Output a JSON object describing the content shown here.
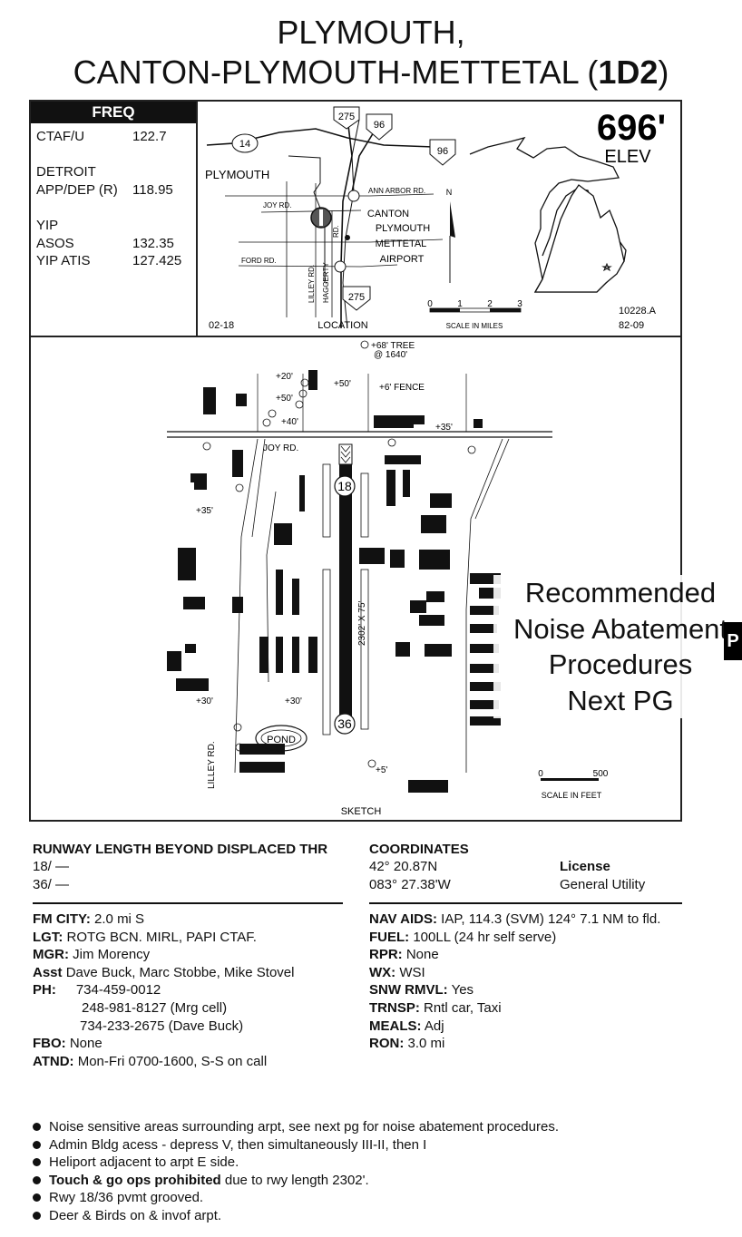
{
  "header": {
    "city": "PLYMOUTH,",
    "airport_prefix": "CANTON-PLYMOUTH-METTETAL (",
    "airport_id": "1D2",
    "airport_suffix": ")"
  },
  "freq": {
    "title": "FREQ",
    "ctaf_label": "CTAF/U",
    "ctaf_value": "122.7",
    "detroit_label": "DETROIT",
    "appdep_label": "APP/DEP (R)",
    "appdep_value": "118.95",
    "yip_label": "YIP",
    "asos_label": "ASOS",
    "asos_value": "132.35",
    "atis_label": "YIP ATIS",
    "atis_value": "127.425"
  },
  "location_map": {
    "elev_value": "696'",
    "elev_label": "ELEV",
    "plymouth": "PLYMOUTH",
    "route_14": "14",
    "route_275": "275",
    "route_96a": "96",
    "route_96b": "96",
    "route_275b": "275",
    "ann_arbor_rd": "ANN ARBOR RD.",
    "joy_rd": "JOY RD.",
    "ford_rd": "FORD RD.",
    "lilley_rd": "LILLEY RD.",
    "haggerty": "HAGGERTY",
    "rd": "RD.",
    "airport_line1": "CANTON",
    "airport_line2": "PLYMOUTH",
    "airport_line3": "METTETAL",
    "airport_line4": "AIRPORT",
    "north": "N",
    "scale_0": "0",
    "scale_1": "1",
    "scale_2": "2",
    "scale_3": "3",
    "scale_label": "SCALE IN MILES",
    "date_left": "02-18",
    "location_label": "LOCATION",
    "code1": "10228.A",
    "code2": "82-09"
  },
  "sketch": {
    "tree_note_1": "+68' TREE",
    "tree_note_2": "@ 1640'",
    "h20": "+20'",
    "h50a": "+50'",
    "h50b": "+50'",
    "h40": "+40'",
    "fence": "+6' FENCE",
    "h35a": "+35'",
    "h35b": "+35'",
    "joy_rd": "JOY RD.",
    "rwy18": "18",
    "rwy36": "36",
    "rwy_dims": "2302' X 75'",
    "h30a": "+30'",
    "h30b": "+30'",
    "h5": "+5'",
    "pond": "POND",
    "lilley": "LILLEY RD.",
    "scale_0": "0",
    "scale_500": "500",
    "scale_label": "SCALE IN FEET",
    "sketch_label": "SKETCH",
    "noise_1": "Recommended",
    "noise_2": "Noise Abatement",
    "noise_3": "Procedures",
    "noise_4": "Next PG",
    "tab_letter": "P"
  },
  "runway_info": {
    "heading": "RUNWAY LENGTH BEYOND DISPLACED THR",
    "r18": "18/ —",
    "r36": "36/ —"
  },
  "coordinates": {
    "heading": "COORDINATES",
    "lat": "42° 20.87N",
    "lon": "083° 27.38'W",
    "license_label": "License",
    "license_value": "General Utility"
  },
  "left_info": {
    "fm_city_label": "FM CITY:",
    "fm_city": "2.0 mi S",
    "lgt_label": "LGT:",
    "lgt": "ROTG BCN. MIRL, PAPI CTAF.",
    "mgr_label": "MGR:",
    "mgr": "Jim Morency",
    "asst_label": "Asst",
    "asst": "Dave Buck, Marc Stobbe, Mike Stovel",
    "ph_label": "PH:",
    "ph1": "734-459-0012",
    "ph2": "248-981-8127 (Mrg cell)",
    "ph3": "734-233-2675 (Dave Buck)",
    "fbo_label": "FBO:",
    "fbo": "None",
    "atnd_label": "ATND:",
    "atnd": "Mon-Fri 0700-1600, S-S on call"
  },
  "right_info": {
    "navaids_label": "NAV AIDS:",
    "navaids": "IAP, 114.3 (SVM) 124°  7.1 NM to fld.",
    "fuel_label": "FUEL:",
    "fuel": "100LL (24 hr self serve)",
    "rpr_label": "RPR:",
    "rpr": "None",
    "wx_label": "WX:",
    "wx": "WSI",
    "snw_label": "SNW RMVL:",
    "snw": "Yes",
    "trnsp_label": "TRNSP:",
    "trnsp": "Rntl car, Taxi",
    "meals_label": "MEALS:",
    "meals": "Adj",
    "ron_label": "RON:",
    "ron": "3.0 mi"
  },
  "notes": {
    "n1": "Noise sensitive areas surrounding arpt, see next pg for noise abatement procedures.",
    "n2": "Admin Bldg acess - depress V, then simultaneously III-II, then I",
    "n3": "Heliport adjacent to arpt E side.",
    "n4_bold": "Touch & go ops prohibited",
    "n4_rest": " due to rwy length 2302'.",
    "n5": "Rwy 18/36 pvmt grooved.",
    "n6": "Deer & Birds on & invof arpt."
  }
}
